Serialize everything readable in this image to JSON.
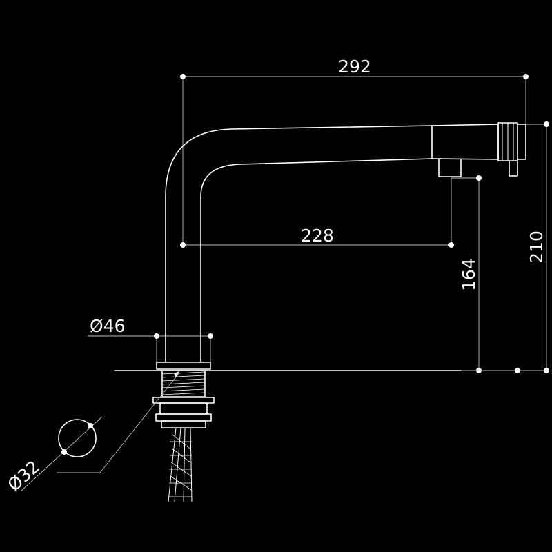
{
  "drawing": {
    "background_color": "#000000",
    "line_color": "#ffffff",
    "dimensions": {
      "overall_reach": "292",
      "spout_reach": "228",
      "spout_height": "164",
      "overall_height": "210",
      "base_diameter": "Ø46",
      "hole_diameter": "Ø32"
    }
  }
}
